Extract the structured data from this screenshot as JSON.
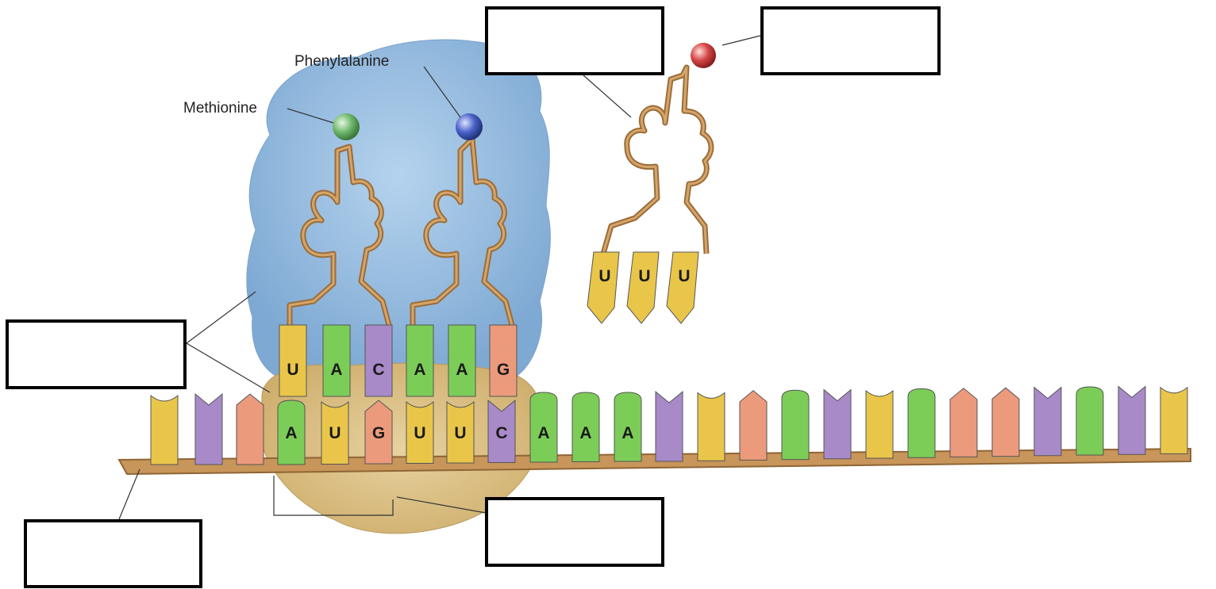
{
  "labels": {
    "methionine": "Methionine",
    "phenylalanine": "Phenylalanine"
  },
  "trna_left_anticodon": [
    "U",
    "A",
    "C"
  ],
  "trna_middle_anticodon": [
    "A",
    "A",
    "G"
  ],
  "trna_free_anticodon": [
    "U",
    "U",
    "U"
  ],
  "mrna_codons_visible": [
    "A",
    "U",
    "G",
    "U",
    "U",
    "C",
    "A",
    "A",
    "A"
  ],
  "answer_boxes": [
    "",
    "",
    "",
    "",
    ""
  ],
  "colors": {
    "base_A": "#7ccd58",
    "base_U": "#e9c64a",
    "base_G": "#ec9a7c",
    "base_C": "#a88ac8",
    "backbone": "#c8955a",
    "trna": "#b98a52",
    "ribosome_large": "#8fb9de",
    "ribosome_small": "#d9bd82",
    "methionine_ball": "#6fb86f",
    "phenylalanine_ball": "#4a62c8",
    "free_aa_ball": "#d54545"
  },
  "icons": {
    "methionine": "amino-acid-sphere",
    "phenylalanine": "amino-acid-sphere",
    "free-amino-acid": "amino-acid-sphere"
  }
}
